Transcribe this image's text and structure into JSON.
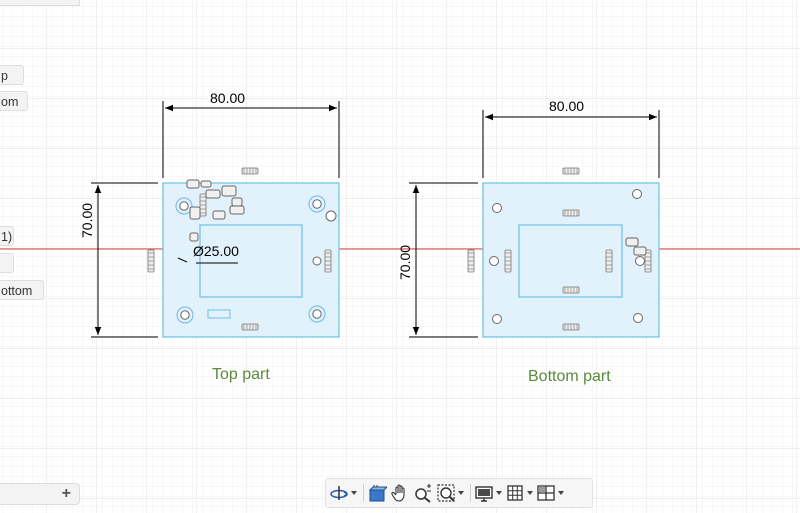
{
  "browser": {
    "items": [
      {
        "label": "p"
      },
      {
        "label": "om"
      },
      {
        "label": "1)"
      },
      {
        "label": ""
      },
      {
        "label": "ottom"
      }
    ],
    "add_label": "+"
  },
  "sketch": {
    "top_part": {
      "label": "Top part",
      "width_dim": "80.00",
      "height_dim": "70.00",
      "diameter_dim": "Ø25.00"
    },
    "bottom_part": {
      "label": "Bottom part",
      "width_dim": "80.00",
      "height_dim": "70.00"
    },
    "colors": {
      "body_fill": "#e2f2fc",
      "body_stroke": "#6cc0e8",
      "axis_line": "#e04040",
      "grid": "#e6e6e6",
      "label": "#5a8a3c"
    }
  },
  "navbar": {
    "tools": [
      {
        "name": "orbit-icon",
        "has_menu": true
      },
      {
        "name": "look-at-icon",
        "has_menu": false
      },
      {
        "name": "pan-icon",
        "has_menu": false
      },
      {
        "name": "zoom-icon",
        "has_menu": false
      },
      {
        "name": "fit-window-icon",
        "has_menu": true
      },
      {
        "name": "display-settings-icon",
        "has_menu": true
      },
      {
        "name": "grid-snap-icon",
        "has_menu": true
      },
      {
        "name": "viewports-icon",
        "has_menu": true
      }
    ]
  }
}
